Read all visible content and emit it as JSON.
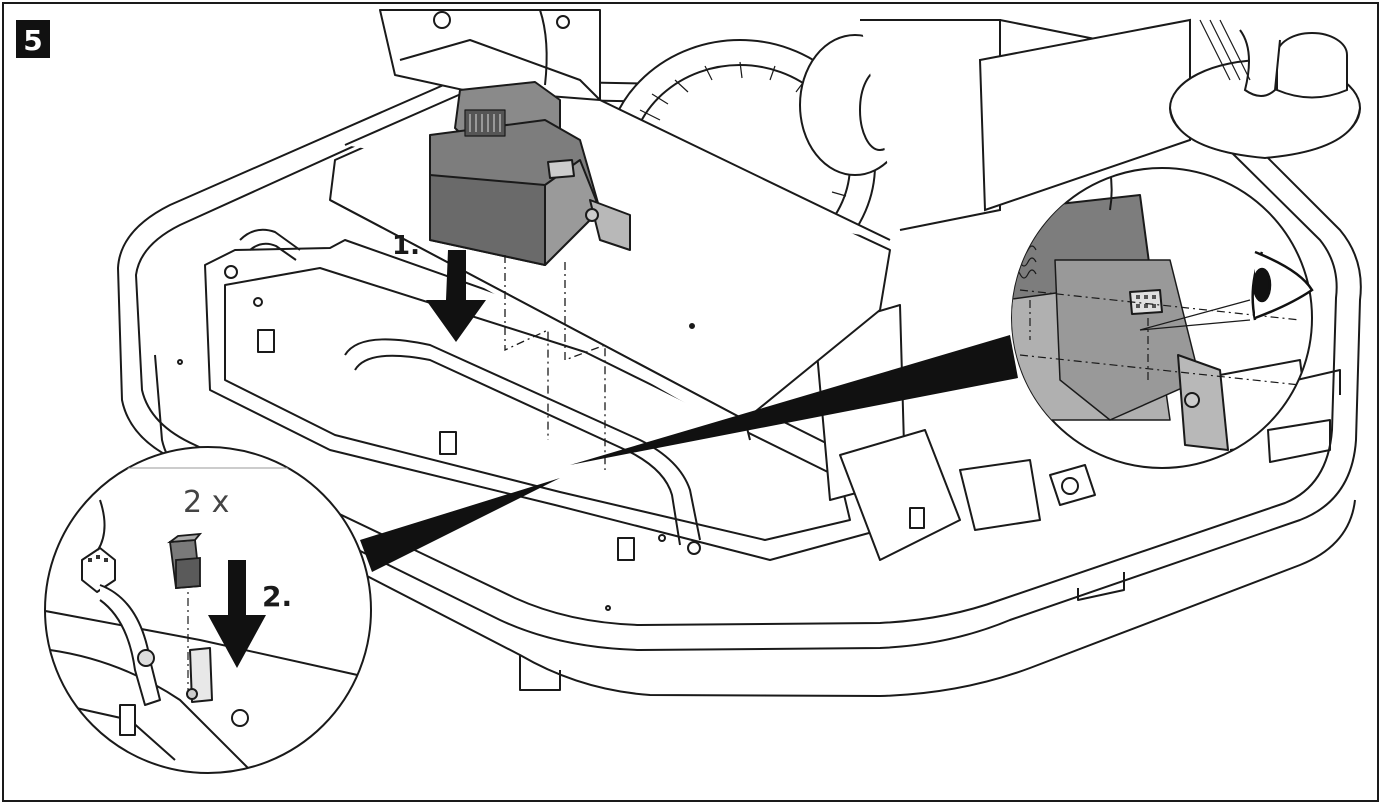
{
  "figure": {
    "step_number": "5",
    "step_1_label": "1.",
    "step_2_label": "2.",
    "quantity_label": "2 x"
  },
  "colors": {
    "line": "#1a1a1a",
    "part_fill": "#7d7d7d",
    "part_dark": "#5a5a5a",
    "part_light": "#b8b8b8",
    "background": "#ffffff"
  },
  "icons": {
    "eye": "eye-icon",
    "arrow": "down-arrow-icon"
  }
}
